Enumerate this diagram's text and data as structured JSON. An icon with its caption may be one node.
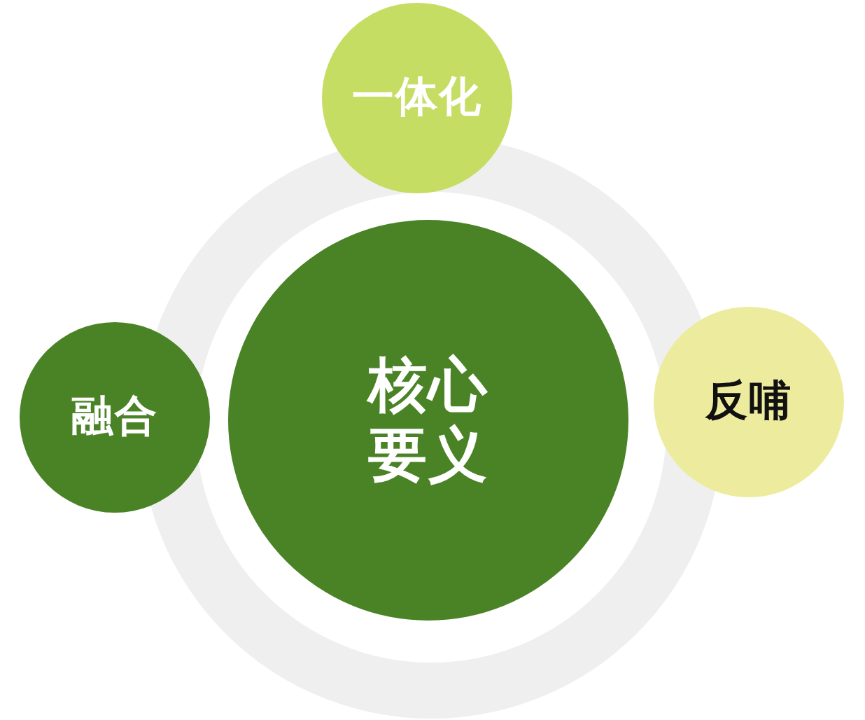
{
  "diagram": {
    "nodes": [
      {
        "text": [
          "一体化"
        ]
      },
      {
        "text": [
          "融合"
        ]
      },
      {
        "text": [
          "核心要义"
        ]
      },
      {
        "text": [
          "反哺"
        ]
      }
    ]
  }
}
